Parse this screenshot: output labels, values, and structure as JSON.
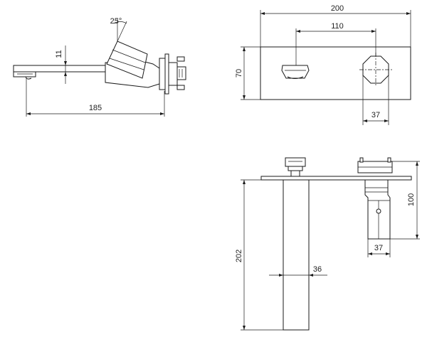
{
  "drawing": {
    "views": {
      "side": {
        "dim_spout_length": "185",
        "dim_height": "11",
        "dim_angle": "25°"
      },
      "front": {
        "dim_plate_width": "200",
        "dim_centres": "110",
        "dim_plate_height": "70",
        "dim_handle_dia": "37"
      },
      "top": {
        "dim_spout_depth": "202",
        "dim_spout_width": "36",
        "dim_handle_width": "37",
        "dim_body_depth": "100"
      }
    }
  }
}
